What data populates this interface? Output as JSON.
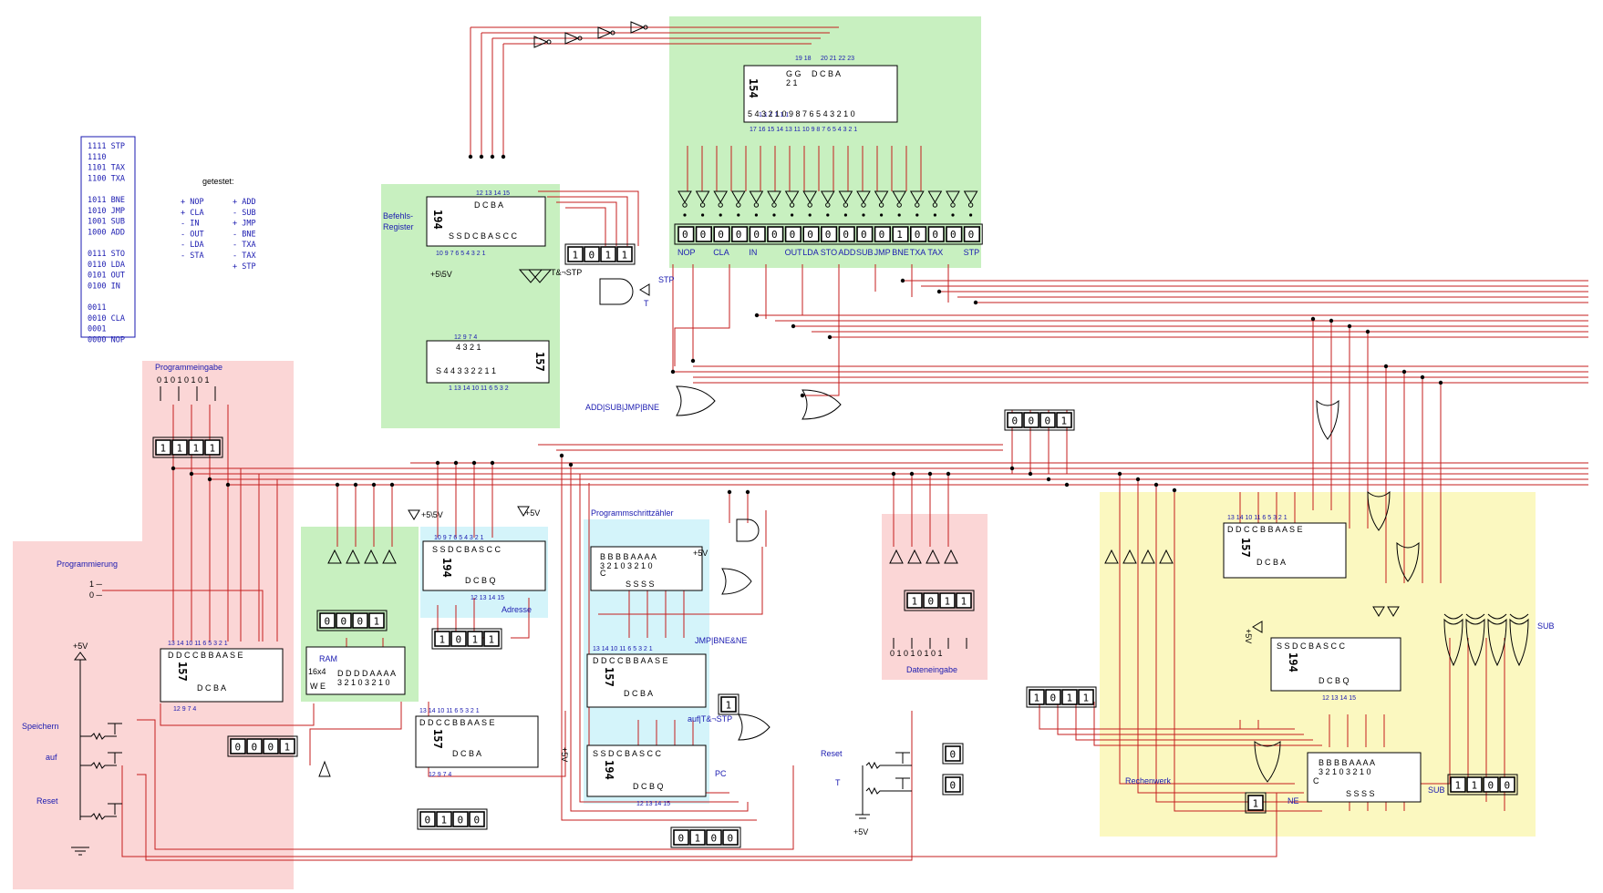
{
  "opcode_table": [
    "1111 STP",
    "1110",
    "1101 TAX",
    "1100 TXA",
    "",
    "1011 BNE",
    "1010 JMP",
    "1001 SUB",
    "1000 ADD",
    "",
    "0111 STO",
    "0110 LDA",
    "0101 OUT",
    "0100 IN",
    "",
    "0011",
    "0010 CLA",
    "0001",
    "0000 NOP"
  ],
  "tested": {
    "title": "getestet:",
    "left": [
      "+ NOP",
      "+ CLA",
      "- IN",
      "- OUT",
      "- LDA",
      "- STA"
    ],
    "right": [
      "+ ADD",
      "- SUB",
      "+ JMP",
      "- BNE",
      "- TXA",
      "- TAX",
      "+ STP"
    ]
  },
  "sections": {
    "befehlsregister": [
      "Befehls-",
      "Register"
    ],
    "programmeingabe": "Programmeingabe",
    "programmierung": "Programmierung",
    "speichern": "Speichern",
    "auf": "auf",
    "reset_left": "Reset",
    "ram": "RAM",
    "adresse": "Adresse",
    "programmschrittzaehler": "Programmschrittzähler",
    "pc": "PC",
    "dateneingabe": "Dateneingabe",
    "rechenwerk": "Rechenwerk",
    "reset_right": "Reset",
    "t": "T"
  },
  "signals": {
    "t_not_stp": "T&¬STP",
    "stp": "STP",
    "t": "T",
    "add_sub_jmp_bne": "ADD|SUB|JMP|BNE",
    "jmp_bne_ne": "JMP|BNE&NE",
    "auf_t_not_stp": "auf|T&¬STP",
    "sub_top": "SUB",
    "sub_bottom": "SUB",
    "ne": "NE",
    "plus5v": "+5V",
    "plus5v2": "+5\\5V"
  },
  "decoder_outputs": [
    "NOP",
    "",
    "CLA",
    "",
    "IN",
    "",
    "OUT",
    "LDA",
    "STO",
    "ADD",
    "SUB",
    "JMP",
    "BNE",
    "TXA",
    "TAX",
    "",
    "STP"
  ],
  "decoder_leds": [
    "0",
    "0",
    "0",
    "0",
    "0",
    "0",
    "0",
    "0",
    "0",
    "0",
    "0",
    "0",
    "1",
    "0",
    "0",
    "0",
    "0"
  ],
  "displays": {
    "opcode_top": [
      "1",
      "0",
      "1",
      "1"
    ],
    "prog_input": [
      "1",
      "1",
      "1",
      "1"
    ],
    "ram_out": [
      "0",
      "0",
      "0",
      "1"
    ],
    "ram_left_bottom": [
      "0",
      "0",
      "0",
      "1"
    ],
    "address": [
      "1",
      "0",
      "1",
      "1"
    ],
    "address_bottom": [
      "0",
      "1",
      "0",
      "0"
    ],
    "pc_bottom": [
      "0",
      "1",
      "0",
      "0"
    ],
    "data_input": [
      "1",
      "0",
      "1",
      "1"
    ],
    "data_top": [
      "0",
      "0",
      "0",
      "1"
    ],
    "alu_left": [
      "1",
      "0",
      "1",
      "1"
    ],
    "alu_right": [
      "1",
      "1",
      "0",
      "0"
    ],
    "auf_led": "1",
    "ne_led": "1",
    "reset_led": "0",
    "t_led": "0"
  },
  "chips": {
    "c154": "154",
    "c194": "194",
    "c157": "157",
    "ram_size": "16x4"
  },
  "switch_labels": {
    "prog_bits": "0 1 0 1 0 1 0 1",
    "prog_bits_b": "′ ′ ′ ′ ′ ′ ′ ′",
    "data_bits": "0 1 0 1 0 1 0 1",
    "prog_switch": "1\n0"
  }
}
